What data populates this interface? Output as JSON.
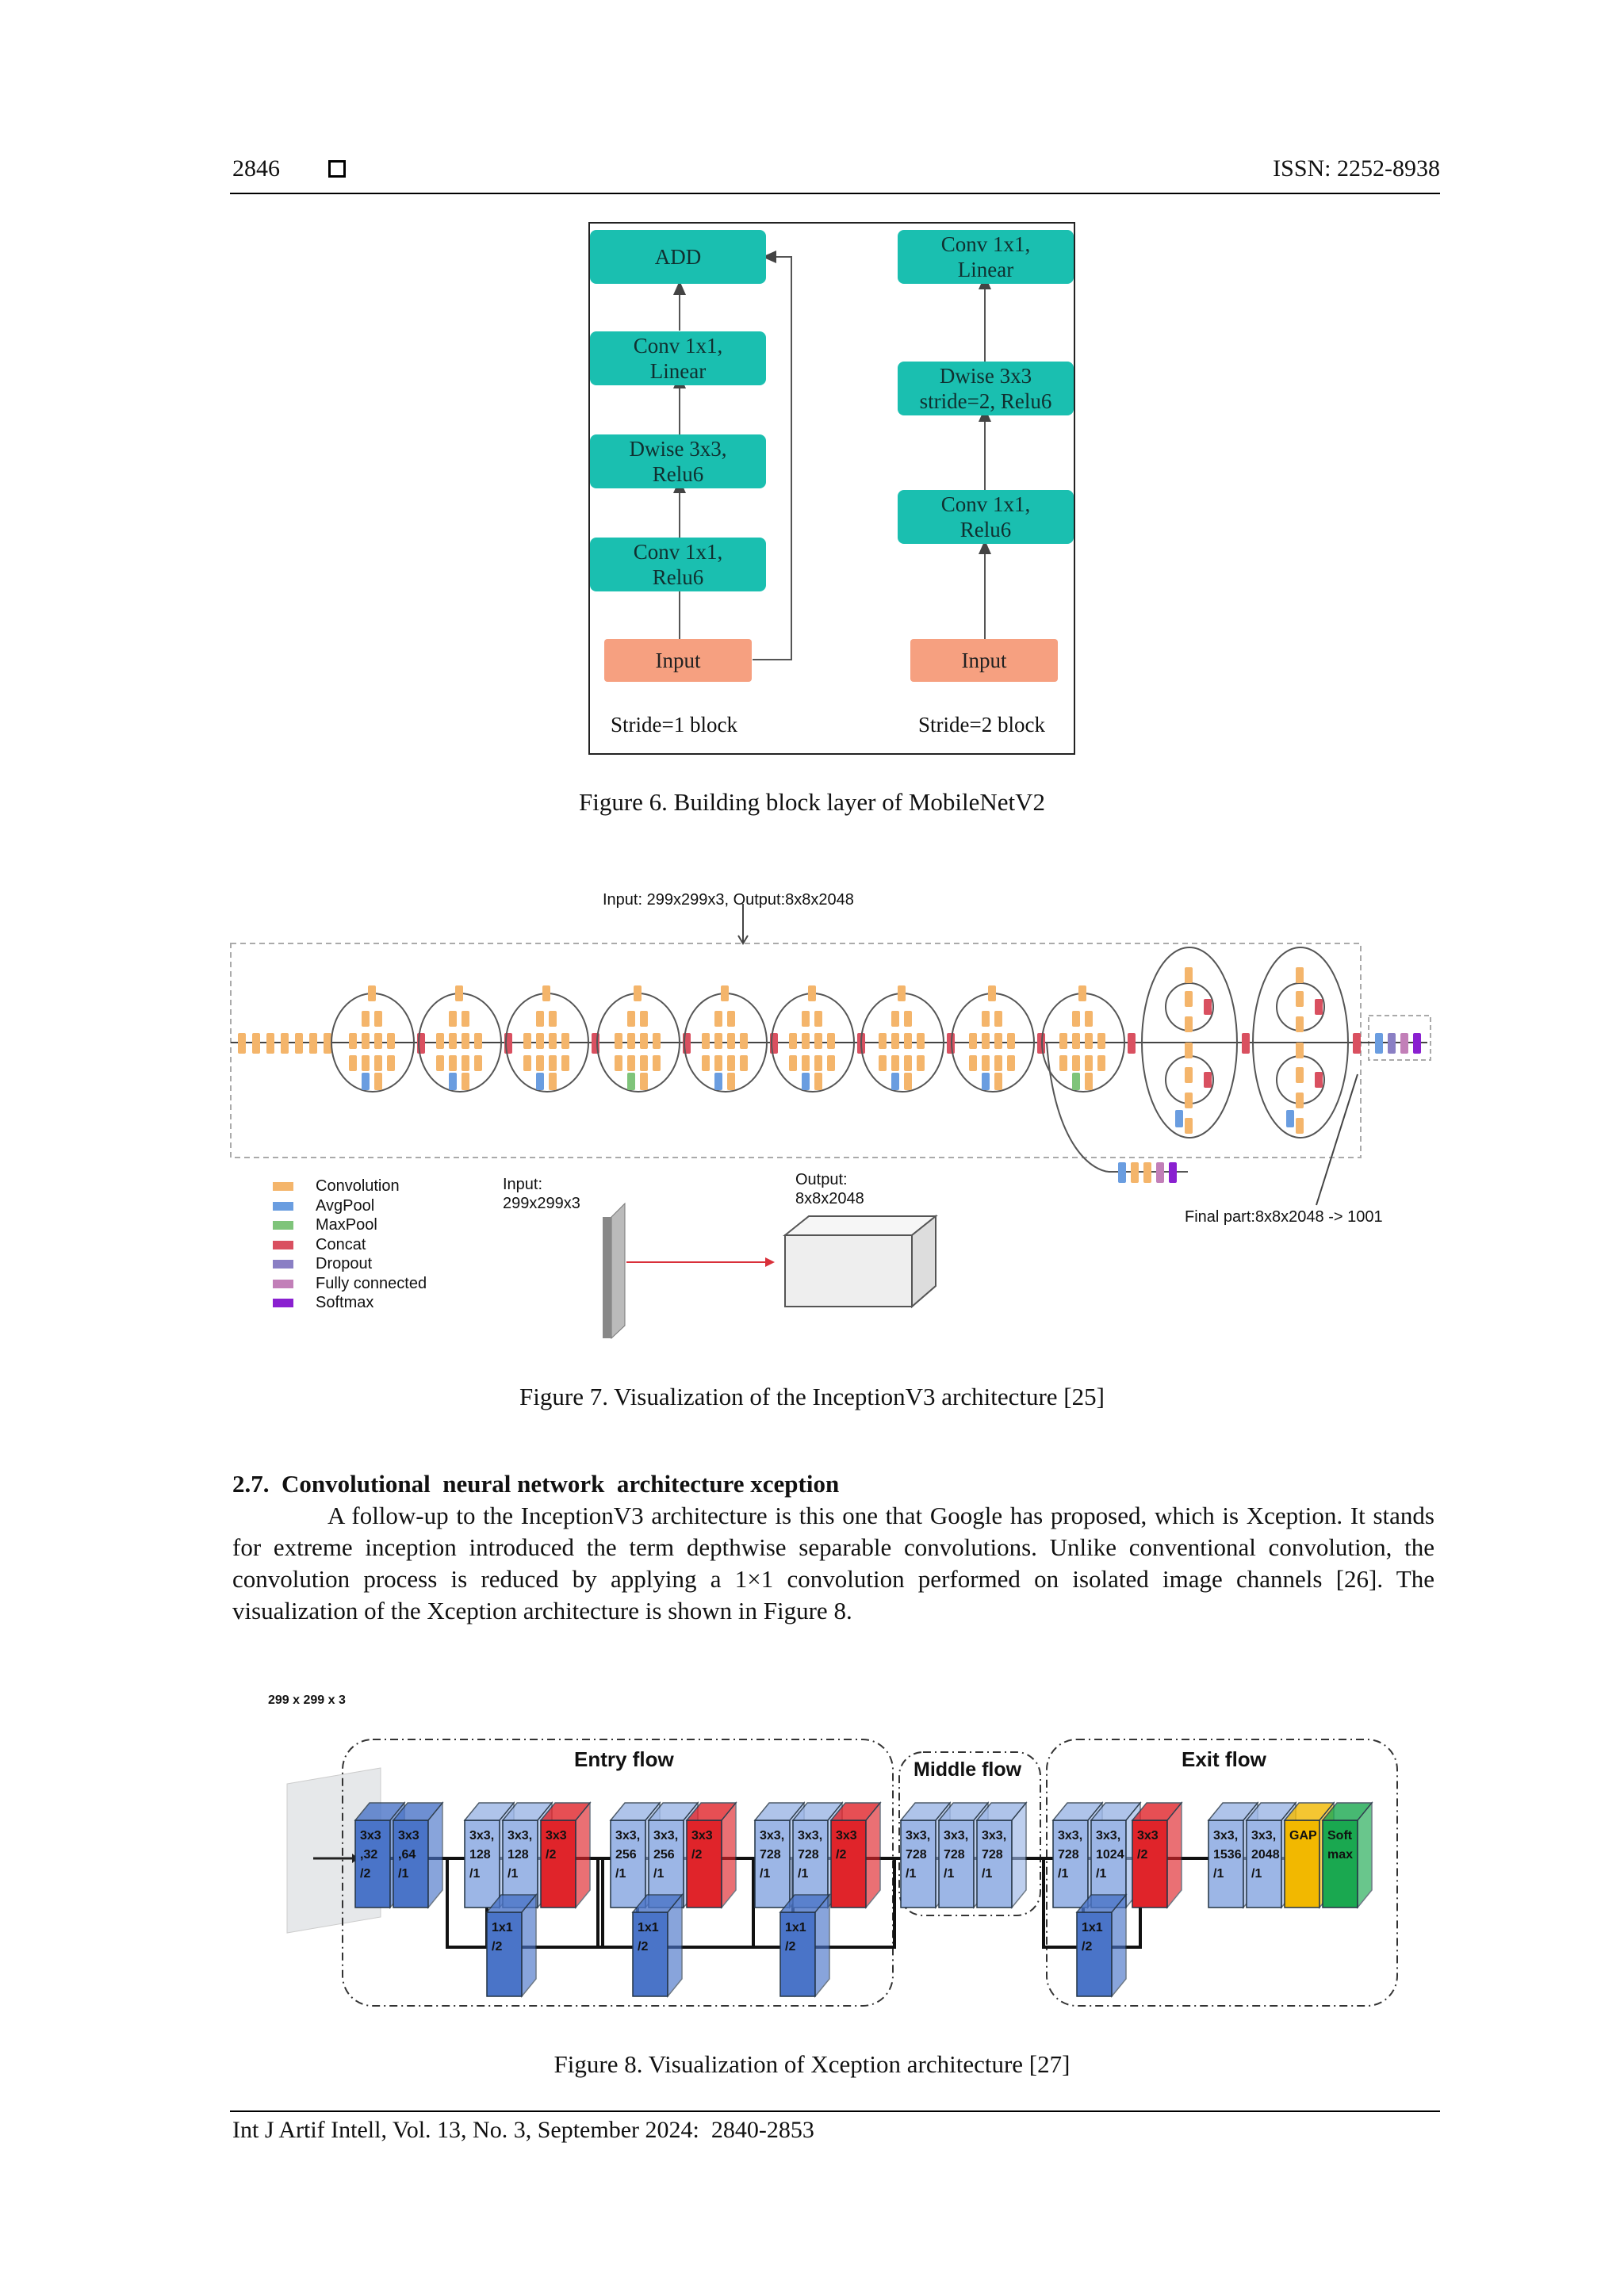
{
  "header": {
    "page_number": "2846",
    "issn": "ISSN: 2252-8938"
  },
  "figure6": {
    "caption": "Figure 6. Building block layer of MobileNetV2",
    "stride1": {
      "add": "ADD",
      "conv_linear": [
        "Conv 1x1,",
        "Linear"
      ],
      "dwise": [
        "Dwise 3x3,",
        "Relu6"
      ],
      "conv_relu": [
        "Conv 1x1,",
        "Relu6"
      ],
      "input": "Input",
      "label": "Stride=1 block"
    },
    "stride2": {
      "conv_linear": [
        "Conv 1x1,",
        "Linear"
      ],
      "dwise": [
        "Dwise 3x3",
        "stride=2, Relu6"
      ],
      "conv_relu": [
        "Conv 1x1,",
        "Relu6"
      ],
      "input": "Input",
      "label": "Stride=2 block"
    }
  },
  "figure7": {
    "caption": "Figure 7. Visualization of the InceptionV3 architecture [25]",
    "top_label": "Input: 299x299x3, Output:8x8x2048",
    "final_label": "Final part:8x8x2048 -> 1001",
    "input_label": [
      "Input:",
      "299x299x3"
    ],
    "output_label": [
      "Output:",
      "8x8x2048"
    ],
    "legend": [
      {
        "label": "Convolution",
        "color": "#f4b56b"
      },
      {
        "label": "AvgPool",
        "color": "#6a9de0"
      },
      {
        "label": "MaxPool",
        "color": "#7fc47a"
      },
      {
        "label": "Concat",
        "color": "#d95060"
      },
      {
        "label": "Dropout",
        "color": "#8a7fc4"
      },
      {
        "label": "Fully connected",
        "color": "#c27fb8"
      },
      {
        "label": "Softmax",
        "color": "#8a20d0"
      }
    ]
  },
  "section": {
    "heading": "2.7.  Convolutional  neural network  architecture xception",
    "paragraph": "A follow-up to the InceptionV3 architecture is this one that Google has proposed, which is Xception. It stands for extreme inception introduced the term depthwise separable convolutions. Unlike conventional convolution, the convolution process is reduced by applying a 1×1 convolution performed on isolated image channels [26]. The visualization of the Xception architecture is shown in Figure 8."
  },
  "figure8": {
    "caption": "Figure 8. Visualization of Xception architecture [27]",
    "input_label": "299 x 299 x 3",
    "entry_flow": "Entry flow",
    "middle_flow": "Middle flow",
    "exit_flow": "Exit flow",
    "blocks": {
      "b1": [
        "3x3",
        ",32",
        "/2"
      ],
      "b2": [
        "3x3",
        ",64",
        "/1"
      ],
      "b3": [
        "3x3,",
        "128",
        "/1"
      ],
      "b4": [
        "3x3,",
        "128",
        "/1"
      ],
      "b5": [
        "3x3",
        "/2"
      ],
      "b6": [
        "3x3,",
        "256",
        "/1"
      ],
      "b7": [
        "3x3,",
        "256",
        "/1"
      ],
      "b8": [
        "3x3",
        "/2"
      ],
      "b9": [
        "3x3,",
        "728",
        "/1"
      ],
      "b10": [
        "3x3,",
        "728",
        "/1"
      ],
      "b11": [
        "3x3",
        "/2"
      ],
      "m1": [
        "3x3,",
        "728",
        "/1"
      ],
      "m2": [
        "3x3,",
        "728",
        "/1"
      ],
      "m3": [
        "3x3,",
        "728",
        "/1"
      ],
      "e1": [
        "3x3,",
        "728",
        "/1"
      ],
      "e2": [
        "3x3,",
        "1024",
        "/1"
      ],
      "e3": [
        "3x3",
        "/2"
      ],
      "e4": [
        "3x3,",
        "1536",
        "/1"
      ],
      "e5": [
        "3x3,",
        "2048",
        "/1"
      ],
      "gap": [
        "GAP"
      ],
      "soft": [
        "Soft",
        "max"
      ],
      "s1": [
        "1x1",
        "/2"
      ],
      "s2": [
        "1x1",
        "/2"
      ],
      "s3": [
        "1x1",
        "/2"
      ],
      "s4": [
        "1x1",
        "/2"
      ]
    }
  },
  "footer": {
    "citation": "Int J Artif Intell, Vol. 13, No. 3, September 2024:  2840-2853"
  }
}
